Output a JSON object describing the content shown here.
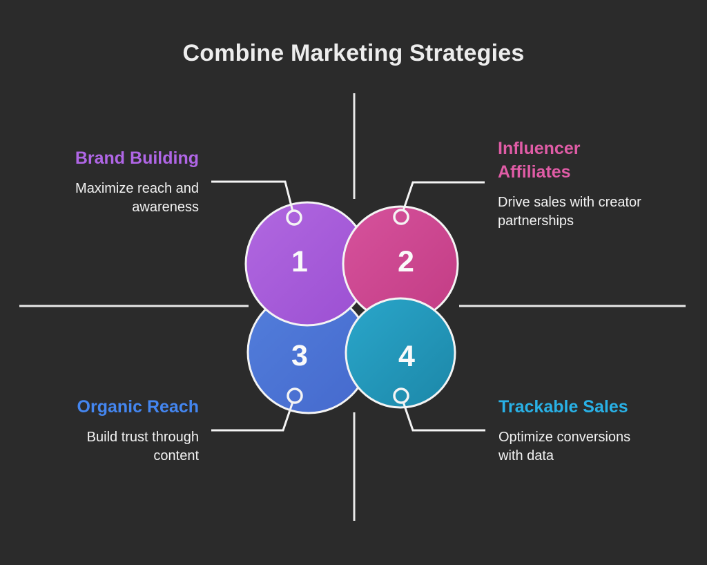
{
  "title": "Combine Marketing Strategies",
  "colors": {
    "background": "#2b2b2b",
    "line": "#f4f4f4",
    "body_text": "#f2f2f2",
    "number_text": "#fafafa"
  },
  "items": [
    {
      "number": "1",
      "label": "Brand Building",
      "description": "Maximize reach and\nawareness",
      "label_color": "#b066e6",
      "gradient_start": "#b168e0",
      "gradient_end": "#9b4fd2"
    },
    {
      "number": "2",
      "label": "Influencer\nAffiliates",
      "description": "Drive sales with creator\npartnerships",
      "label_color": "#e05ca6",
      "gradient_start": "#d6529c",
      "gradient_end": "#c23c84"
    },
    {
      "number": "3",
      "label": "Organic Reach",
      "description": "Build trust through\ncontent",
      "label_color": "#4486f0",
      "gradient_start": "#527edb",
      "gradient_end": "#4569cd"
    },
    {
      "number": "4",
      "label": "Trackable Sales",
      "description": "Optimize conversions\nwith data",
      "label_color": "#29b1e6",
      "gradient_start": "#2aa6ca",
      "gradient_end": "#1c87a8"
    }
  ]
}
